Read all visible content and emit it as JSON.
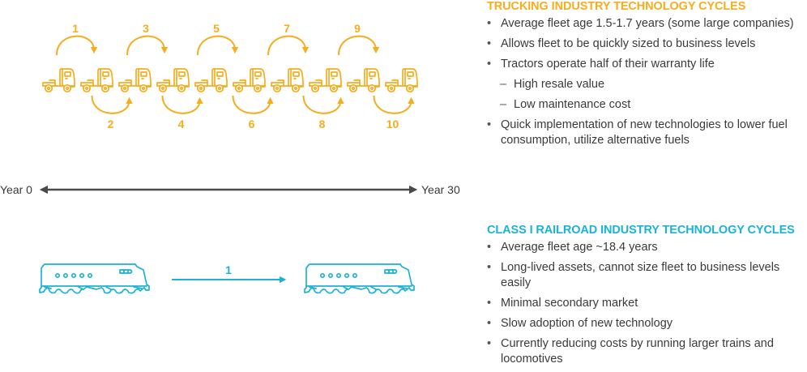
{
  "colors": {
    "trucking_accent": "#f6ad1d",
    "railroad_accent": "#1ab3d6",
    "timeline": "#4a4a4a",
    "text": "#3a3a3a"
  },
  "icons": {
    "truck": "truck-icon",
    "locomotive": "locomotive-icon",
    "cycle_arrow": "curved-arrow-icon",
    "timeline_arrow": "double-headed-arrow-icon"
  },
  "trucking_diagram": {
    "truck_count": 10,
    "cycles": [
      {
        "label": "1",
        "position": "above"
      },
      {
        "label": "2",
        "position": "below"
      },
      {
        "label": "3",
        "position": "above"
      },
      {
        "label": "4",
        "position": "below"
      },
      {
        "label": "5",
        "position": "above"
      },
      {
        "label": "6",
        "position": "below"
      },
      {
        "label": "7",
        "position": "above"
      },
      {
        "label": "8",
        "position": "below"
      },
      {
        "label": "9",
        "position": "above"
      },
      {
        "label": "10",
        "position": "below"
      }
    ]
  },
  "timeline": {
    "start_label": "Year 0",
    "end_label": "Year 30"
  },
  "railroad_diagram": {
    "locomotive_count": 2,
    "cycles": [
      {
        "label": "1"
      }
    ]
  },
  "trucking": {
    "title": "TRUCKING INDUSTRY TECHNOLOGY CYCLES",
    "bullets": [
      {
        "text": "Average fleet age 1.5-1.7 years (some large companies)",
        "level": 1
      },
      {
        "text": "Allows fleet to be quickly sized to business levels",
        "level": 1
      },
      {
        "text": "Tractors operate half of their warranty life",
        "level": 1
      },
      {
        "text": "High resale value",
        "level": 2
      },
      {
        "text": "Low maintenance cost",
        "level": 2
      },
      {
        "text": "Quick implementation of new technologies to lower fuel consumption, utilize alternative fuels",
        "level": 1
      }
    ]
  },
  "railroad": {
    "title": "CLASS I RAILROAD INDUSTRY TECHNOLOGY CYCLES",
    "bullets": [
      {
        "text": "Average fleet age ~18.4 years",
        "level": 1
      },
      {
        "text": "Long-lived assets, cannot size fleet to business levels easily",
        "level": 1
      },
      {
        "text": "Minimal secondary market",
        "level": 1
      },
      {
        "text": "Slow adoption of new technology",
        "level": 1
      },
      {
        "text": "Currently reducing costs by running larger trains and locomotives",
        "level": 1
      }
    ]
  }
}
